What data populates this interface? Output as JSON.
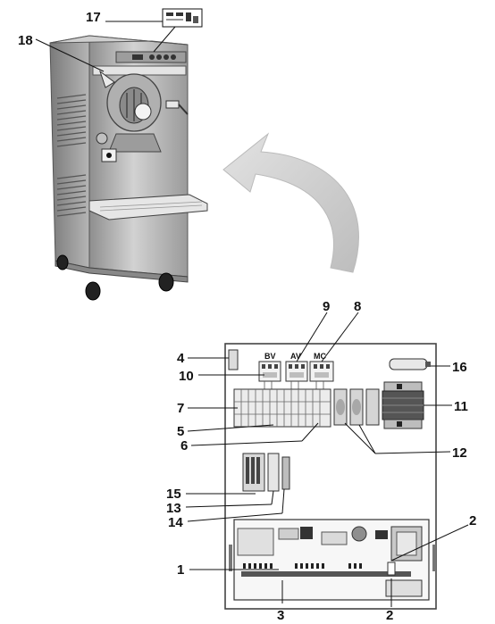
{
  "callouts": {
    "n1": "1",
    "n2a": "2",
    "n2b": "2",
    "n3": "3",
    "n4": "4",
    "n5": "5",
    "n6": "6",
    "n7": "7",
    "n8": "8",
    "n9": "9",
    "n10": "10",
    "n11": "11",
    "n12": "12",
    "n13": "13",
    "n14": "14",
    "n15": "15",
    "n16": "16",
    "n17": "17",
    "n18": "18"
  },
  "contactor_tags": {
    "bv": "BV",
    "av": "AV",
    "mc": "MC"
  },
  "colors": {
    "machine": "#b8b8b8",
    "arrow": "#c8c8c8",
    "ink": "#111111",
    "panel_border": "#444444"
  },
  "icons": [
    "curved-arrow-icon"
  ]
}
